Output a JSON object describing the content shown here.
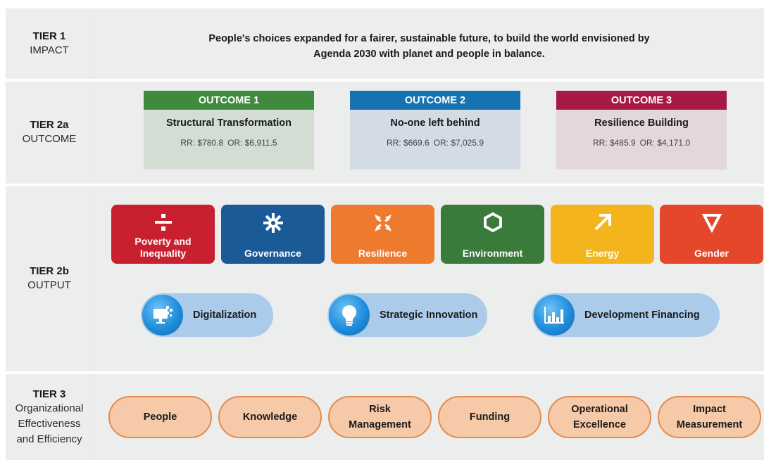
{
  "tiers": [
    {
      "name": "TIER 1",
      "subtitle": "IMPACT"
    },
    {
      "name": "TIER 2a",
      "subtitle": "OUTCOME"
    },
    {
      "name": "TIER 2b",
      "subtitle": "OUTPUT"
    },
    {
      "name": "TIER 3",
      "subtitle": "Organizational Effectiveness and Efficiency"
    }
  ],
  "impact": {
    "line1": "People's choices expanded for a fairer, sustainable future, to build the world envisioned by",
    "line2": "Agenda 2030 with planet and people in balance."
  },
  "outcomes": [
    {
      "header": "OUTCOME 1",
      "title": "Structural Transformation",
      "rr": "RR: $780.8",
      "or": "OR: $6,911.5",
      "header_color": "#3e8b3e",
      "body_color": "#d4ddd4"
    },
    {
      "header": "OUTCOME 2",
      "title": "No-one left behind",
      "rr": "RR: $669.6",
      "or": "OR: $7,025.9",
      "header_color": "#1672b0",
      "body_color": "#d3dbe4"
    },
    {
      "header": "OUTCOME 3",
      "title": "Resilience Building",
      "rr": "RR: $485.9",
      "or": "OR: $4,171.0",
      "header_color": "#a81a45",
      "body_color": "#e3d7da"
    }
  ],
  "solutions": [
    {
      "label": "Poverty and Inequality",
      "icon": "divide-icon",
      "color": "#c8202e"
    },
    {
      "label": "Governance",
      "icon": "gear-icon",
      "color": "#1a5a97"
    },
    {
      "label": "Resilience",
      "icon": "arrows-in-icon",
      "color": "#ee7a2e"
    },
    {
      "label": "Environment",
      "icon": "hexagon-icon",
      "color": "#3a7a3a"
    },
    {
      "label": "Energy",
      "icon": "arrow-up-right-icon",
      "color": "#f4b41b"
    },
    {
      "label": "Gender",
      "icon": "triangle-down-icon",
      "color": "#e4472a"
    }
  ],
  "enablers": [
    {
      "label": "Digitalization",
      "icon": "computer-icon"
    },
    {
      "label": "Strategic Innovation",
      "icon": "lightbulb-icon"
    },
    {
      "label": "Development Financing",
      "icon": "bar-chart-icon"
    }
  ],
  "effectiveness": [
    {
      "label": "People"
    },
    {
      "label": "Knowledge"
    },
    {
      "label": "Risk Management"
    },
    {
      "label": "Funding"
    },
    {
      "label": "Operational Excellence"
    },
    {
      "label": "Impact Measurement"
    }
  ]
}
